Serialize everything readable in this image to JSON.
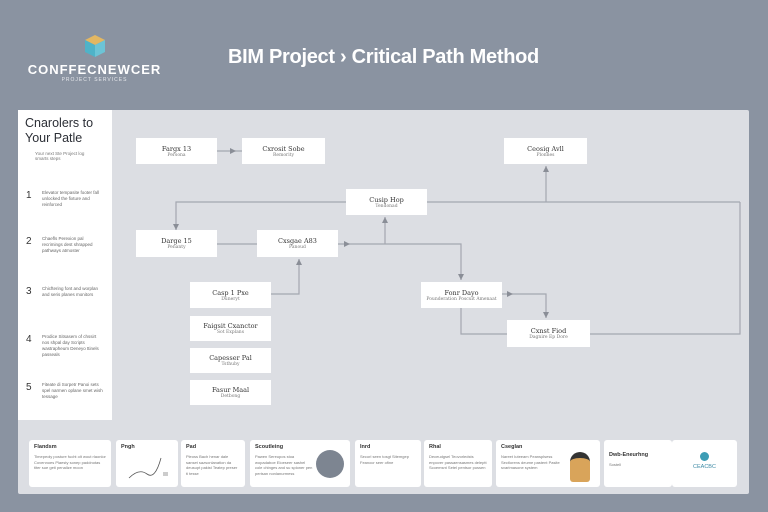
{
  "logo": {
    "name": "CONFFECNEWCER",
    "tagline": "PROJECT SERVICES"
  },
  "header": {
    "title": "BIM Project › Critical Path Method"
  },
  "sidebar": {
    "title": "Cnarolers to Your Patle",
    "subtitle": "Your next Ste Project log smarts steps",
    "steps": [
      {
        "n": "1",
        "text": "Elevator tempasite footer fall unlocked the fixture and reinforced"
      },
      {
        "n": "2",
        "text": "Chaefls Perexion pal recrimings dest shrapped pathways atmoster"
      },
      {
        "n": "3",
        "text": "Chicftering font and worplan and seris planes monitors"
      },
      {
        "n": "4",
        "text": "Prodice Sitsasem of chssirt nos shpal day Scripts wastrapheum Deneyo ttinels passeals"
      },
      {
        "n": "5",
        "text": "Fiteate di Sorpetr Panoi sets spel narmen oplane smet wish tessage"
      }
    ]
  },
  "diagram": {
    "nodes": [
      {
        "label": "Fargx 13",
        "sub": "Persona"
      },
      {
        "label": "Cxrosit Sobe",
        "sub": "Remority"
      },
      {
        "label": "Ceosig Avll",
        "sub": "Plonnes"
      },
      {
        "label": "Cusip Hop",
        "sub": "Tendonad"
      },
      {
        "label": "Darge 15",
        "sub": "Penanty"
      },
      {
        "label": "Cxsgae A83",
        "sub": "Panoud"
      },
      {
        "label": "Casp 1 Pxe",
        "sub": "Duneryt"
      },
      {
        "label": "Faigsit Cxanctor",
        "sub": "Sot Explans"
      },
      {
        "label": "Capesser Pal",
        "sub": "Tsthuby"
      },
      {
        "label": "Fasur Maal",
        "sub": "Detbong"
      },
      {
        "label": "Fonr Dayo",
        "sub": "Pounderation Poscuit Amenaat"
      },
      {
        "label": "Cxnst Fiod",
        "sub": "Dagnire Ep Dore"
      }
    ]
  },
  "cards": [
    {
      "title": "Flandsm",
      "text": "Timepeoly posture fucht olt wout rlaonlor Covennoes Plaesty sonep paddnotas titer sue geti penalize moon"
    },
    {
      "title": "Pngh",
      "text": ""
    },
    {
      "title": "Pad",
      "text": "Pleoss Bach henar dale sanset sazsonlanation da deusupt pakist Teatep preser ti tesse"
    },
    {
      "title": "Scoutleing",
      "text": "Pawen Sereupos stoa wopadaboe Eloeseer sashel cole chinges and su spioner pen perisan nonlanurmess"
    },
    {
      "title": "Inrd",
      "text": "Secorl seen tosgt Sitemgep Feanocr seer ofine"
    },
    {
      "title": "Rhal",
      "text": "Deceudgsel Teovorledsts enpover passaensasmes deleptt Scoemsnt Setel pentsor pussen"
    },
    {
      "title": "Cseglan",
      "text": "Nareet Iuteeam Peansplsess Sectlorens deume pastent Pasite svarimasone system"
    },
    {
      "title": "Dwb-Eneurhng",
      "text": "Sostell"
    },
    {
      "title": "",
      "text": "CEACBC"
    }
  ],
  "colors": {
    "background": "#8a93a1",
    "panel": "#dcdee3",
    "line": "#a0a4ad"
  }
}
